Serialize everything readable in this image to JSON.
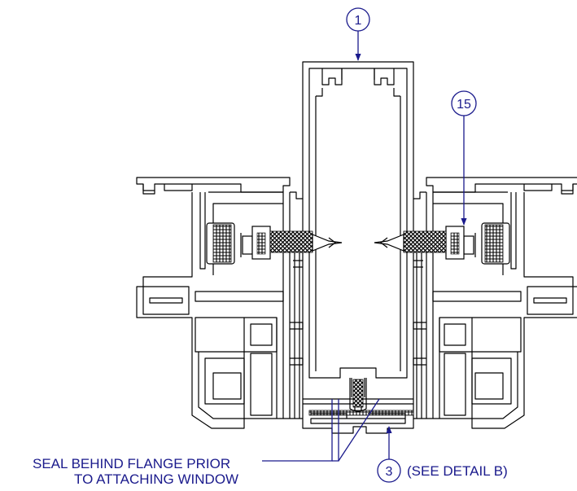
{
  "callouts": {
    "c1": "1",
    "c15": "15",
    "c3": "3"
  },
  "notes": {
    "seal_line1": "SEAL BEHIND FLANGE PRIOR",
    "seal_line2": "TO ATTACHING WINDOW",
    "see_detail": "(SEE DETAIL B)"
  },
  "colors": {
    "line": "#000000",
    "annotation": "#1a1a8c"
  }
}
